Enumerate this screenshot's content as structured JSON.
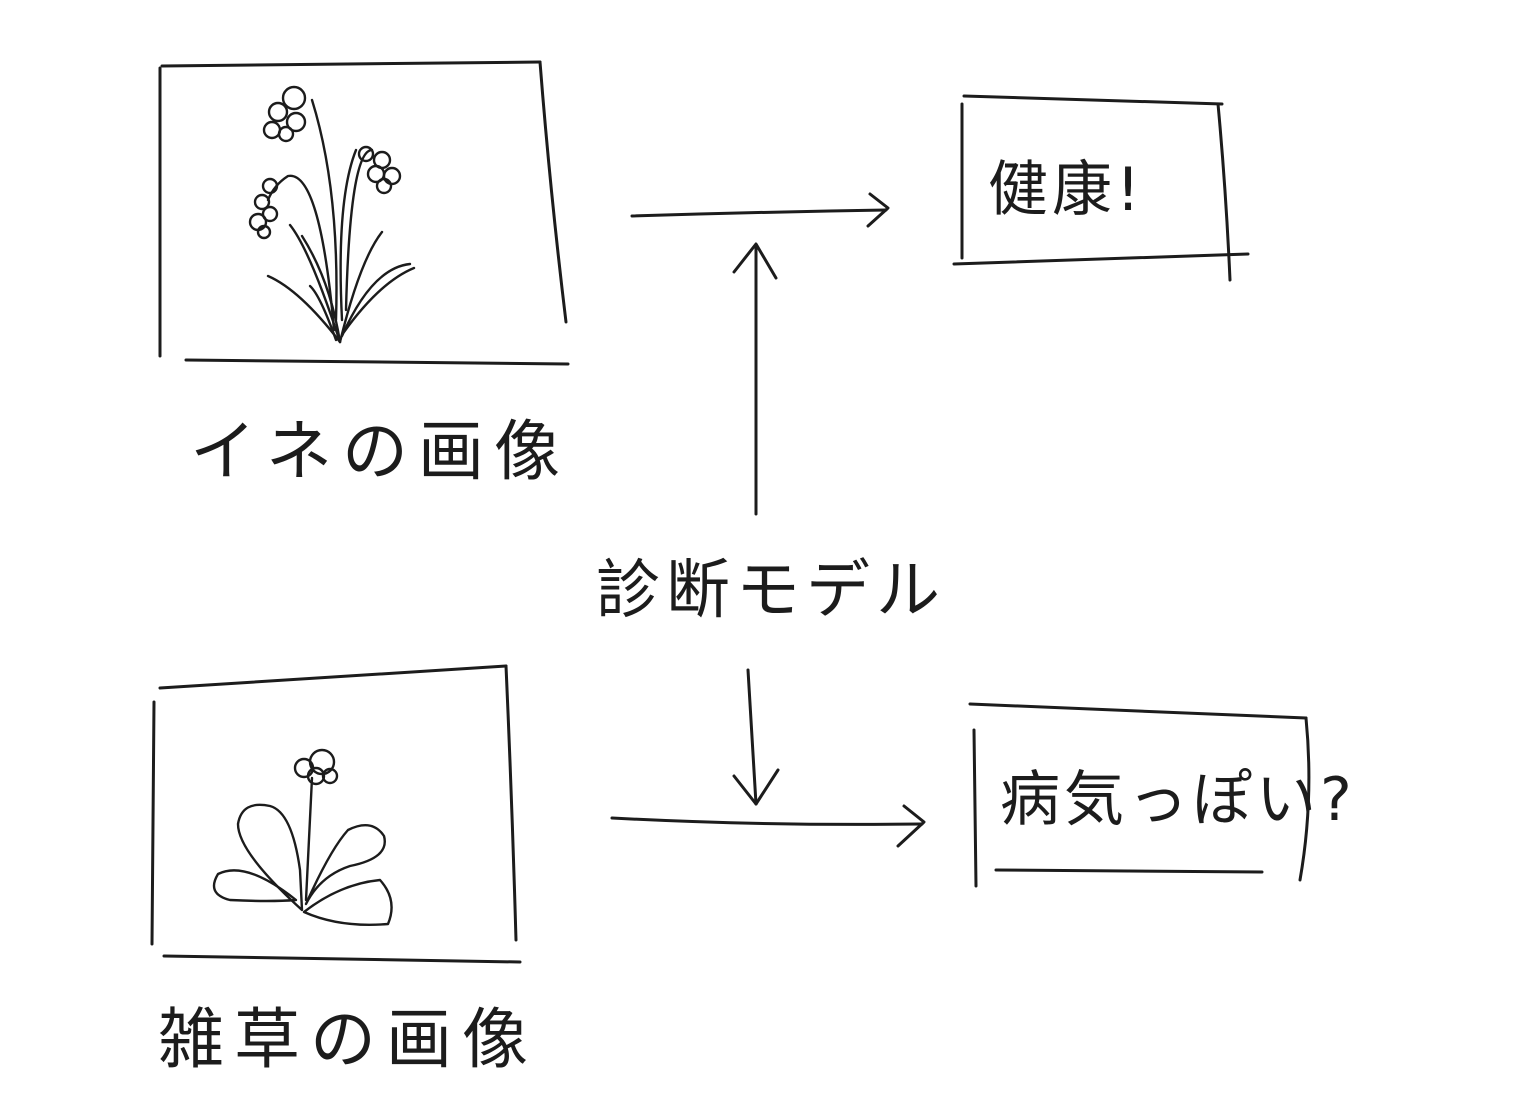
{
  "diagram": {
    "inputs": [
      {
        "id": "rice",
        "label": "イネの画像"
      },
      {
        "id": "weed",
        "label": "雑草の画像"
      }
    ],
    "model": {
      "label": "診断モデル"
    },
    "outputs": [
      {
        "id": "healthy",
        "label": "健康!"
      },
      {
        "id": "sick",
        "label": "病気っぽい?"
      }
    ],
    "edges": [
      {
        "from": "rice",
        "to": "healthy"
      },
      {
        "from": "model",
        "to": "healthy"
      },
      {
        "from": "weed",
        "to": "sick"
      },
      {
        "from": "model",
        "to": "sick"
      }
    ]
  }
}
